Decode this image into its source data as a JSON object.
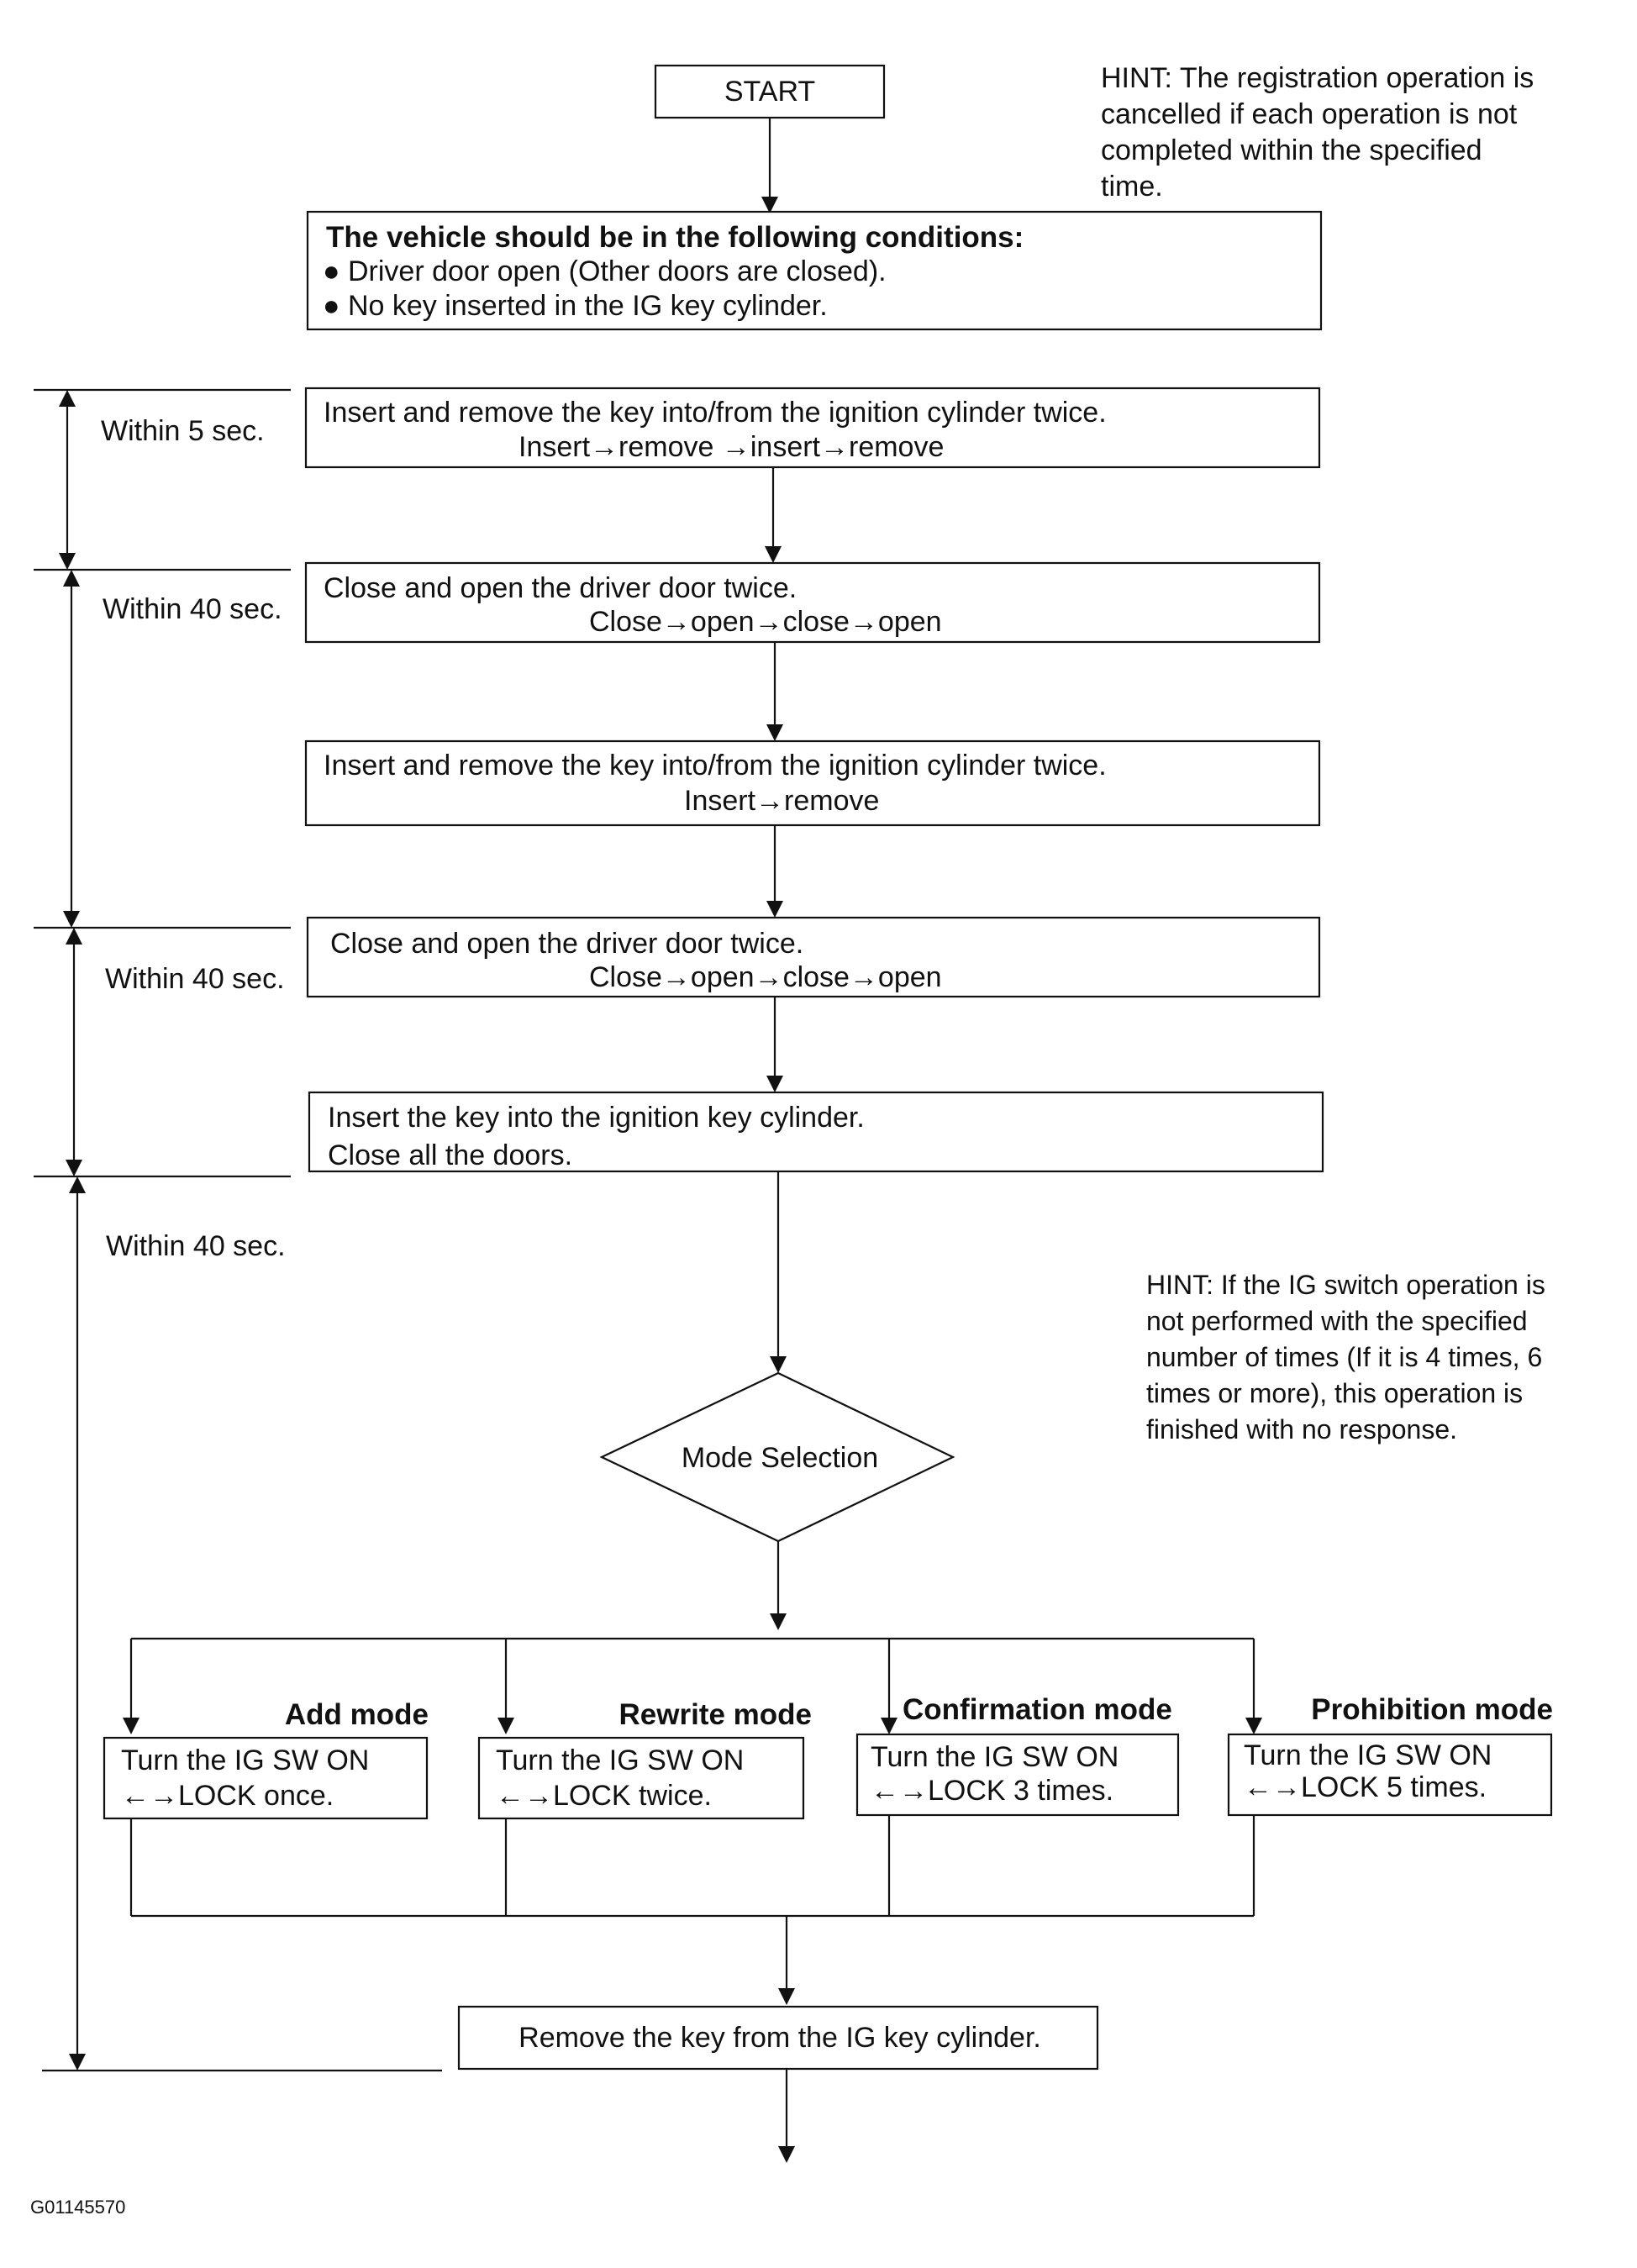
{
  "start": "START",
  "hint_top": [
    "HINT: The registration operation is",
    "cancelled if each operation is not",
    "completed within the specified",
    "time."
  ],
  "conditions": {
    "title": "The vehicle should be in the following conditions:",
    "items": [
      "● Driver door open (Other doors are closed).",
      "● No key inserted in the IG key cylinder."
    ]
  },
  "steps": [
    {
      "line1": "Insert and remove the key into/from the ignition cylinder twice.",
      "line2": "Insert→remove →insert→remove"
    },
    {
      "line1": "Close and open the driver door twice.",
      "line2": "Close→open→close→open"
    },
    {
      "line1": "Insert and remove the key into/from the ignition cylinder twice.",
      "line2": "Insert→remove"
    },
    {
      "line1": "Close and open the driver door twice.",
      "line2": "Close→open→close→open"
    },
    {
      "line1": "Insert the key into the ignition key cylinder.",
      "line2": "Close all the doors."
    }
  ],
  "time_limits": [
    "Within 5 sec.",
    "Within 40 sec.",
    "Within 40 sec.",
    "Within 40 sec."
  ],
  "hint_mid": [
    "HINT: If the IG switch operation is",
    "not performed with the specified",
    "number of times (If it is 4 times, 6",
    "times or more), this operation is",
    "finished with no response."
  ],
  "decision": "Mode Selection",
  "modes": [
    {
      "name": "Add mode",
      "line1": "Turn the IG SW ON",
      "line2": "←→LOCK once."
    },
    {
      "name": "Rewrite mode",
      "line1": "Turn the IG SW ON",
      "line2": "←→LOCK twice."
    },
    {
      "name": "Confirmation mode",
      "line1": "Turn the IG SW ON",
      "line2": "←→LOCK 3 times."
    },
    {
      "name": "Prohibition mode",
      "line1": "Turn the IG SW ON",
      "line2": "←→LOCK 5 times."
    }
  ],
  "final_step": "Remove the key from the IG key cylinder.",
  "figure_id": "G01145570"
}
